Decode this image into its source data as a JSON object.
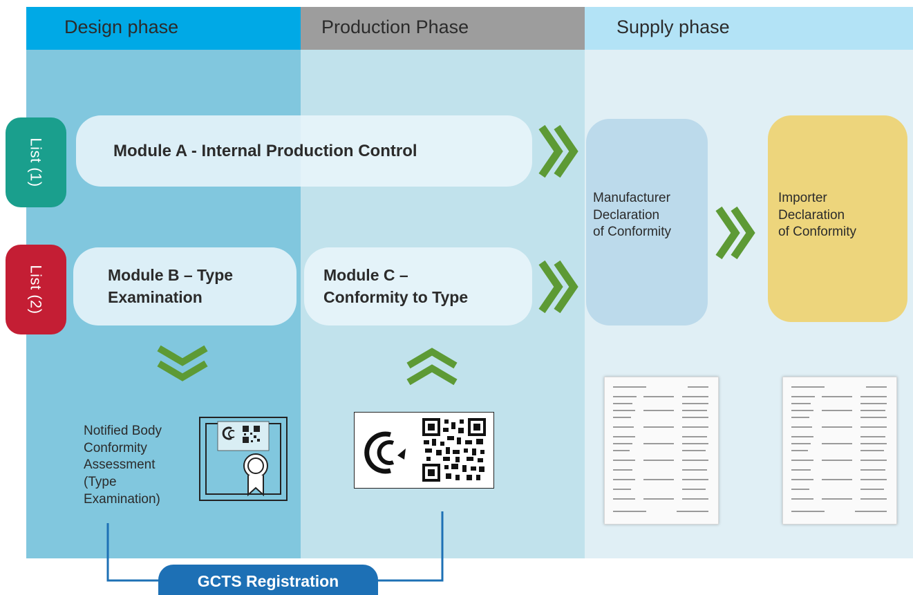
{
  "phases": {
    "design": "Design phase",
    "production": "Production Phase",
    "supply": "Supply phase"
  },
  "lists": {
    "list1": "List (1)",
    "list2": "List (2)"
  },
  "modules": {
    "module_a": "Module A - Internal Production Control",
    "module_b": [
      "Module B – Type",
      "Examination"
    ],
    "module_c": [
      "Module C –",
      "Conformity to Type"
    ]
  },
  "declarations": {
    "manufacturer": [
      "Manufacturer",
      "Declaration",
      "of Conformity"
    ],
    "importer": [
      "Importer",
      "Declaration",
      "of Conformity"
    ]
  },
  "notified_body": [
    "Notified Body",
    "Conformity",
    "Assessment",
    "(Type",
    "Examination)"
  ],
  "registration": "GCTS Registration",
  "colors": {
    "design_header": "#00a9e6",
    "production_header": "#9d9d9d",
    "supply_header": "#b3e3f6",
    "list1": "#1a9f8d",
    "list2": "#c41e34",
    "chevron": "#5d9a35",
    "importer_box": "#edd57c",
    "manufacturer_box": "#bcdaeb",
    "registration": "#1d70b5"
  },
  "icons": [
    "double-chevron-right-icon",
    "double-chevron-down-icon",
    "double-chevron-up-icon",
    "certificate-icon",
    "conformity-mark-icon",
    "qr-code-icon",
    "document-icon"
  ]
}
